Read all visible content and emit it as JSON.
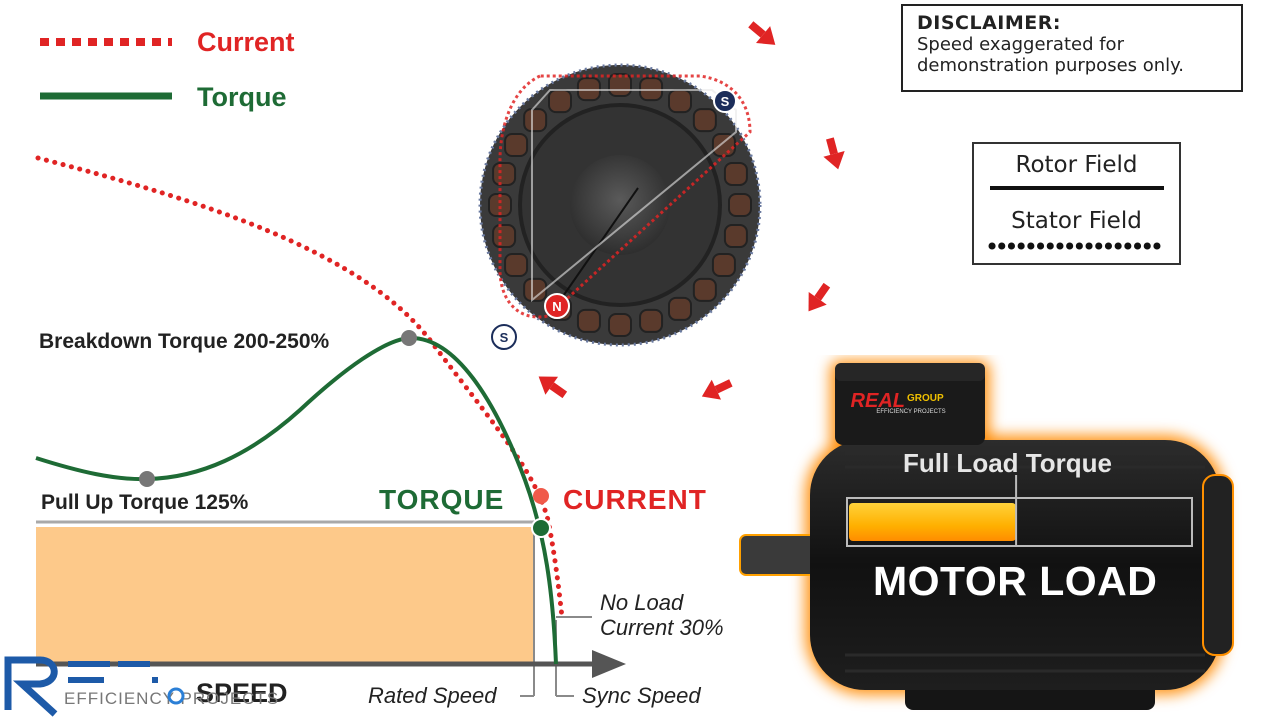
{
  "legend": {
    "current_label": "Current",
    "torque_label": "Torque",
    "current_color": "#e02424",
    "torque_color": "#1e6b35"
  },
  "disclaimer": {
    "title": "DISCLAIMER:",
    "line1": "Speed exaggerated for",
    "line2": "demonstration purposes only."
  },
  "field_legend": {
    "rotor_label": "Rotor Field",
    "stator_label": "Stator Field"
  },
  "chart": {
    "breakdown_label": "Breakdown Torque 200-250%",
    "pullup_label": "Pull Up Torque 125%",
    "torque_marker_label": "TORQUE",
    "current_marker_label": "CURRENT",
    "no_load_line1": "No Load",
    "no_load_line2": "Current 30%",
    "speed_axis_label": "SPEED",
    "rated_speed_label": "Rated Speed",
    "sync_speed_label": "Sync Speed"
  },
  "rotor": {
    "pole_n": "N",
    "pole_s": "S"
  },
  "motor": {
    "full_load_label": "Full Load Torque",
    "motor_load_label": "MOTOR LOAD",
    "load_fraction": 0.49,
    "brand_main": "REAL",
    "brand_group": "GROUP",
    "brand_sub": "EFFICIENCY PROJECTS"
  },
  "colors": {
    "load_area": "#fdc98a",
    "load_bar": "#ffb000",
    "accent_red": "#e02424",
    "logo_blue": "#1d5aa8"
  }
}
